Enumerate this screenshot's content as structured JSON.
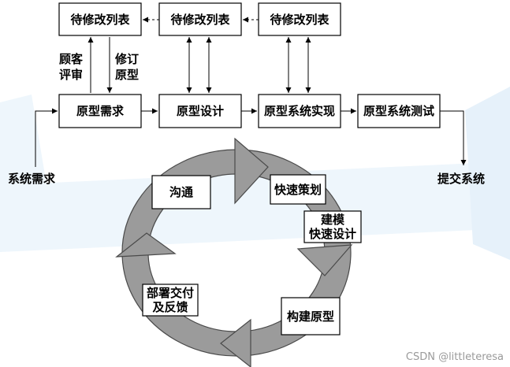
{
  "pending_lists": [
    "待修改列表",
    "待修改列表",
    "待修改列表"
  ],
  "stages": [
    "原型需求",
    "原型设计",
    "原型系统实现",
    "原型系统测试"
  ],
  "labels": {
    "customer_review": [
      "顾客",
      "评审"
    ],
    "revise_prototype": [
      "修订",
      "原型"
    ],
    "system_requirements": "系统需求",
    "submit_system": "提交系统"
  },
  "cycle": {
    "communication": "沟通",
    "quick_plan": "快速策划",
    "modeling_quick_design": [
      "建模",
      "快速设计"
    ],
    "build_prototype": "构建原型",
    "deploy_feedback": [
      "部署交付",
      "及反馈"
    ]
  },
  "watermark": "CSDN @littleteresa",
  "colors": {
    "cycle_fill": "#9b9b9b",
    "cycle_stroke": "#4a4a4a",
    "background_tint": "#e3f0fa"
  }
}
